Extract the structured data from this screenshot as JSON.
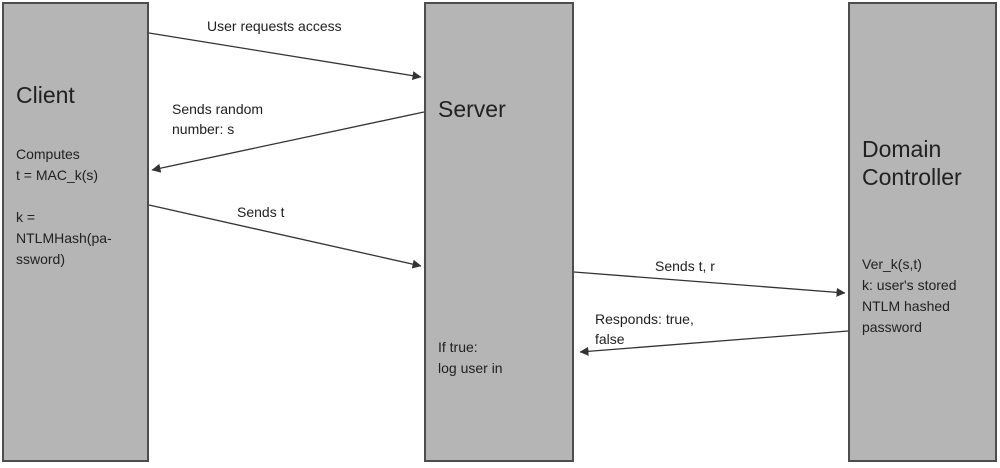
{
  "colors": {
    "background": "#ffffff",
    "box_fill": "#b5b5b5",
    "box_border": "#4d4d4d",
    "line": "#333333",
    "text": "#212121"
  },
  "actors": [
    {
      "id": "client",
      "title": "Client",
      "notes": [
        "Computes\nt = MAC_k(s)",
        "k =\nNTLMHash(pa-\nssword)"
      ]
    },
    {
      "id": "server",
      "title": "Server",
      "notes": [
        "If true:\nlog user in"
      ]
    },
    {
      "id": "domain-controller",
      "title": "Domain\nController",
      "notes": [
        "Ver_k(s,t)\nk: user's stored\nNTLM hashed\npassword"
      ]
    }
  ],
  "messages": [
    {
      "label": "User requests access",
      "from": "client",
      "to": "server"
    },
    {
      "label": "Sends random\nnumber: s",
      "from": "server",
      "to": "client"
    },
    {
      "label": "Sends t",
      "from": "client",
      "to": "server"
    },
    {
      "label": "Sends t, r",
      "from": "server",
      "to": "domain-controller"
    },
    {
      "label": "Responds: true,\nfalse",
      "from": "domain-controller",
      "to": "server"
    }
  ]
}
